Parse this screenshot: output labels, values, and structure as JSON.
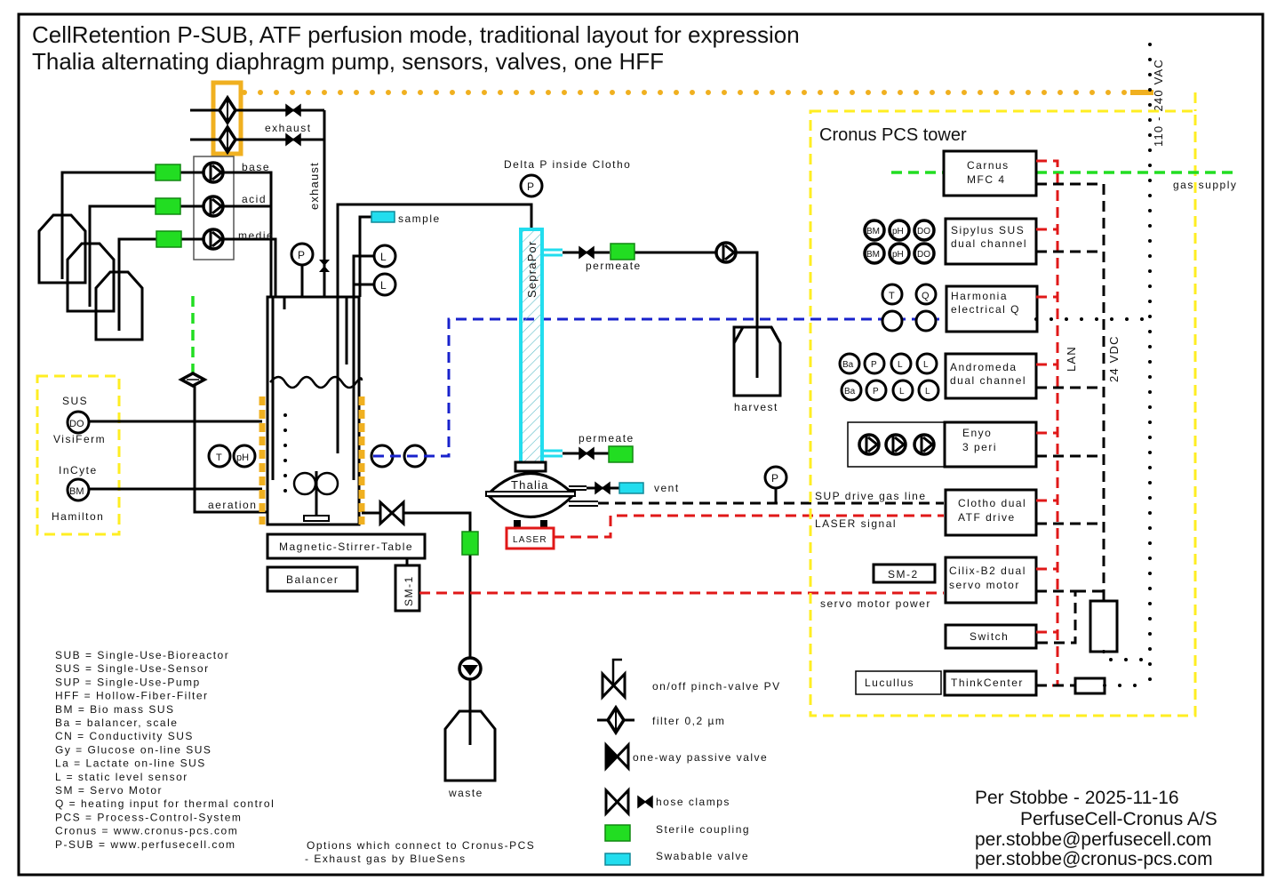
{
  "title": {
    "line1": "CellRetention P-SUB, ATF perfusion mode, traditional layout for expression",
    "line2": "Thalia alternating diaphragm pump, sensors, valves, one HFF"
  },
  "labels": {
    "exhaust_h": "exhaust",
    "exhaust_v": "exhaust",
    "base": "base",
    "acid": "acid",
    "medie": "medie",
    "sample": "sample",
    "delta_p": "Delta P inside Clotho",
    "sepra": "SepraPor",
    "permeate_top": "permeate",
    "permeate_bottom": "permeate",
    "harvest": "harvest",
    "thalia": "Thalia",
    "vent": "vent",
    "laser": "LASER",
    "aeration": "aeration",
    "magnetic": "Magnetic-Stirrer-Table",
    "balancer": "Balancer",
    "sm1": "SM-1",
    "waste": "waste",
    "power": "110 - 240 VAC",
    "gas_supply": "gas supply",
    "lan": "LAN",
    "vdc": "24 VDC",
    "sup_drive": "SUP drive gas line",
    "laser_signal": "LASER signal",
    "servo_power": "servo motor power",
    "sm2": "SM-2",
    "lucullus": "Lucullus"
  },
  "sensors": {
    "P": "P",
    "L": "L",
    "T": "T",
    "Q": "Q",
    "pH": "pH",
    "DO": "DO",
    "BM": "BM",
    "Ba": "Ba"
  },
  "sus_box": {
    "title": "SUS",
    "do_label": "VisiFerm",
    "incyte": "InCyte",
    "hamilton": "Hamilton"
  },
  "tower": {
    "title": "Cronus PCS tower",
    "modules": [
      {
        "line1": "Carnus",
        "line2": "MFC 4"
      },
      {
        "line1": "Sipylus SUS",
        "line2": "dual channel"
      },
      {
        "line1": "Harmonia",
        "line2": "electrical Q"
      },
      {
        "line1": "Andromeda",
        "line2": "dual channel"
      },
      {
        "line1": "Enyo",
        "line2": "3 peri"
      },
      {
        "line1": "Clotho dual",
        "line2": "ATF drive"
      },
      {
        "line1": "Cilix-B2 dual",
        "line2": "servo motor"
      },
      {
        "line1": "Switch",
        "line2": ""
      },
      {
        "line1": "ThinkCenter",
        "line2": ""
      }
    ]
  },
  "abbreviations": [
    "SUB = Single-Use-Bioreactor",
    "SUS = Single-Use-Sensor",
    "SUP = Single-Use-Pump",
    "HFF = Hollow-Fiber-Filter",
    "BM = Bio mass SUS",
    "Ba = balancer, scale",
    "CN = Conductivity SUS",
    "Gy = Glucose on-line SUS",
    "La = Lactate on-line SUS",
    "L = static level sensor",
    "SM = Servo Motor",
    "Q = heating input for thermal control",
    "PCS = Process-Control-System",
    "Cronus = www.cronus-pcs.com",
    "P-SUB = www.perfusecell.com"
  ],
  "options": {
    "line1": "Options which connect to Cronus-PCS",
    "line2": "- Exhaust gas by BlueSens"
  },
  "legend": {
    "pinch_valve": "on/off pinch-valve PV",
    "filter": "filter 0,2 µm",
    "one_way": "one-way passive valve",
    "hose_clamps": "hose clamps",
    "sterile": "Sterile coupling",
    "swabable": "Swabable valve"
  },
  "signature": {
    "author": "Per Stobbe - 2025-11-16",
    "company": "PerfuseCell-Cronus A/S",
    "email1": "per.stobbe@perfusecell.com",
    "email2": "per.stobbe@cronus-pcs.com"
  },
  "colors": {
    "coupling": "#22dd22",
    "swabable": "#22ddee",
    "power_line": "#f0b020",
    "lan": "#e01818",
    "thermal": "#1822cc",
    "tower_border": "#ffee22"
  }
}
